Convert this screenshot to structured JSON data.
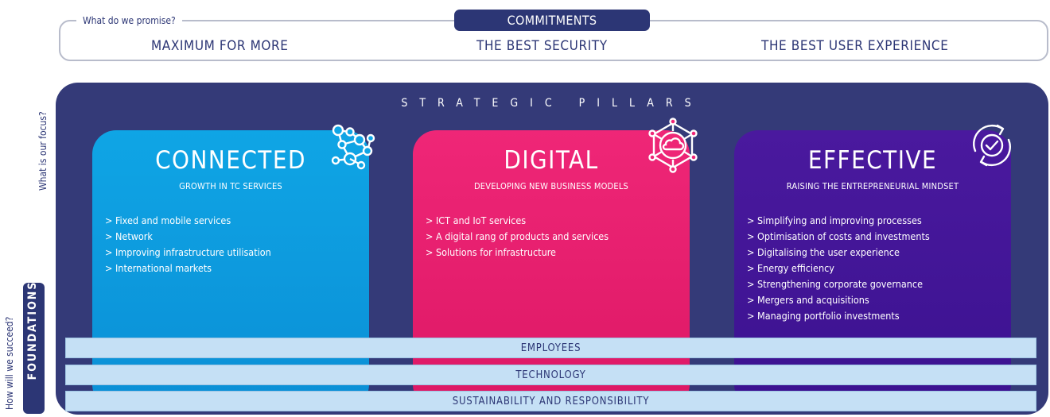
{
  "commitments": {
    "label": "COMMITMENTS",
    "question": "What do we promise?",
    "items": [
      "MAXIMUM FOR MORE",
      "THE BEST SECURITY",
      "THE BEST USER EXPERIENCE"
    ]
  },
  "focus_question": "What is our focus?",
  "succeed_question": "How will we succeed?",
  "pillars_title": "STRATEGIC PILLARS",
  "pillars": [
    {
      "title": "CONNECTED",
      "subtitle": "GROWTH IN TC SERVICES",
      "icon": "network-nodes-icon",
      "color": "#0fa5e5",
      "items": [
        "> Fixed and mobile services",
        "> Network",
        "> Improving infrastructure utilisation",
        "> International markets"
      ]
    },
    {
      "title": "DIGITAL",
      "subtitle": "DEVELOPING NEW BUSINESS MODELS",
      "icon": "cloud-network-icon",
      "color": "#ef2677",
      "items": [
        "> ICT and IoT services",
        "> A digital rang of products and services",
        "> Solutions for infrastructure"
      ]
    },
    {
      "title": "EFFECTIVE",
      "subtitle": "RAISING THE ENTREPRENEURIAL MINDSET",
      "icon": "check-cycle-icon",
      "color": "#4a199e",
      "items": [
        "> Simplifying and improving processes",
        "> Optimisation of costs and investments",
        "> Digitalising the user experience",
        "> Energy efficiency",
        "> Strengthening corporate governance",
        "> Mergers and acquisitions",
        "> Managing portfolio investments"
      ]
    }
  ],
  "foundations": {
    "label": "FOUNDATIONS",
    "items": [
      "EMPLOYEES",
      "TECHNOLOGY",
      "SUSTAINABILITY AND RESPONSIBILITY"
    ]
  },
  "colors": {
    "navy": "#2c3675",
    "panel": "#343a78",
    "bar": "#c5e0f5"
  }
}
